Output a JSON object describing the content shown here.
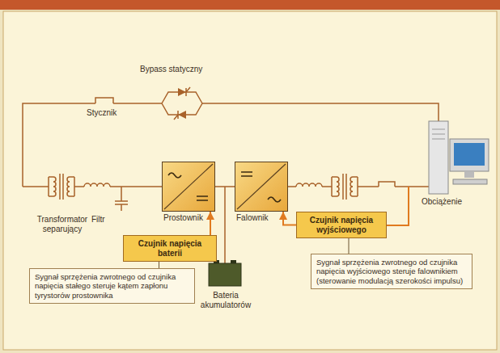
{
  "diagram": {
    "nodes": [
      {
        "text": [
          "Prostownik"
        ]
      },
      {
        "text": [
          "Falownik"
        ]
      },
      {
        "text": [
          "Czujnik napięcia baterii"
        ]
      },
      {
        "text": [
          "Czujnik napięcia wyjściowego"
        ]
      },
      {
        "text": [
          "Sygnał sprzężenia zwrotnego od czujnika napięcia stałego steruje kątem zapłonu tyrystorów prostownika"
        ]
      },
      {
        "text": [
          "Sygnał sprzężenia zwrotnego od czujnika napięcia wyjściowego steruje falownikiem (sterowanie modulacją szerokości impulsu)"
        ]
      }
    ],
    "edges": [
      {
        "from": 0,
        "to": 1,
        "arrow": "none"
      },
      {
        "from": 2,
        "to": 0,
        "arrow": "to"
      },
      {
        "from": 3,
        "to": 1,
        "arrow": "to"
      },
      {
        "from": 4,
        "to": 2,
        "arrow": "none"
      },
      {
        "from": 5,
        "to": 3,
        "arrow": "none"
      }
    ],
    "labels": [
      "Bypass statyczny",
      "Stycznik",
      "Transformator separujący",
      "Filtr",
      "Bateria akumulatorów",
      "Obciążenie"
    ]
  }
}
